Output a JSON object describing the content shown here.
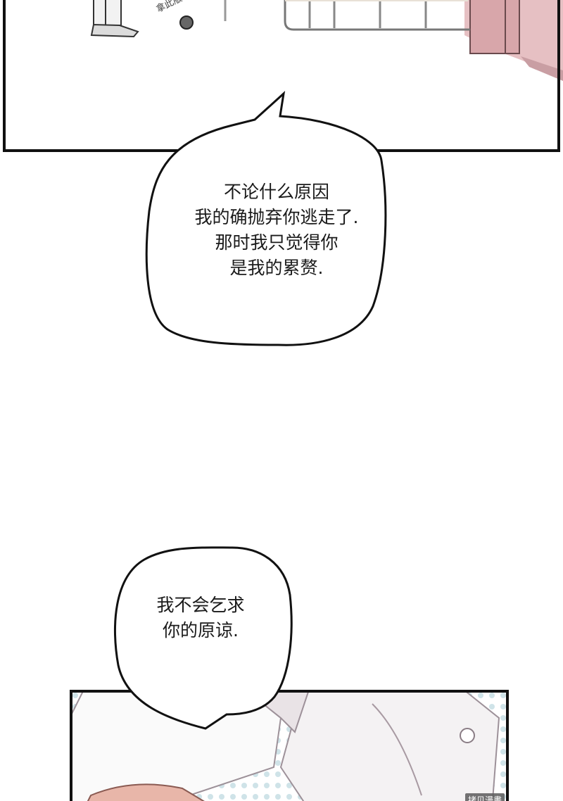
{
  "bubbles": [
    {
      "lines": [
        "不论什么原因",
        "我的确抛弃你逃走了.",
        "那时我只觉得你",
        "是我的累赘."
      ]
    },
    {
      "lines": [
        "我不会乞求",
        "你的原谅."
      ]
    }
  ],
  "watermarks": {
    "top": "拿此版收费的",
    "bottom": "拷贝漫畫"
  }
}
